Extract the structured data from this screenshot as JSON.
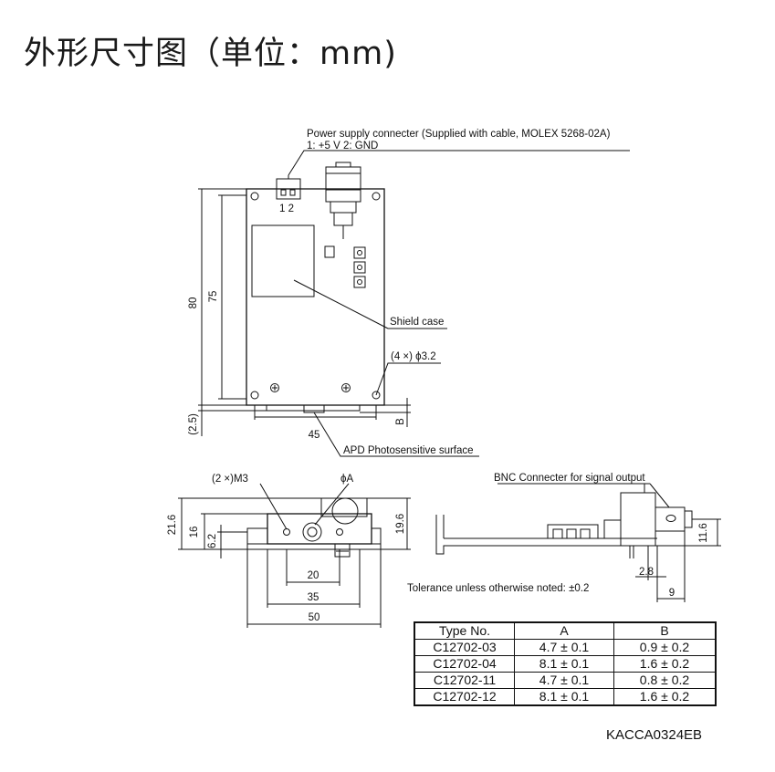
{
  "title": "外形尺寸图（单位：mm)",
  "labels": {
    "power_line1": "Power supply connecter (Supplied with cable, MOLEX 5268-02A)",
    "power_line2": "1: +5 V   2: GND",
    "pins": "1 2",
    "shield": "Shield case",
    "holes": "(4 ×) ϕ3.2",
    "apd": "APD Photosensitive surface",
    "m3": "(2 ×)M3",
    "phiA": "ϕA",
    "bnc": "BNC Connecter for signal output",
    "tolerance": "Tolerance unless otherwise noted: ±0.2",
    "figure_id": "KACCA0324EB"
  },
  "dims": {
    "d80": "80",
    "d75": "75",
    "d2_5": "(2.5)",
    "d45": "45",
    "dB": "B",
    "d21_6": "21.6",
    "d16": "16",
    "d6_2": "6.2",
    "d19_6": "19.6",
    "d20": "20",
    "d35": "35",
    "d50": "50",
    "d11_6": "11.6",
    "d2_8": "2.8",
    "d9": "9"
  },
  "table": {
    "headers": [
      "Type No.",
      "A",
      "B"
    ],
    "rows": [
      [
        "C12702-03",
        "4.7 ± 0.1",
        "0.9 ± 0.2"
      ],
      [
        "C12702-04",
        "8.1 ± 0.1",
        "1.6 ± 0.2"
      ],
      [
        "C12702-11",
        "4.7 ± 0.1",
        "0.8 ± 0.2"
      ],
      [
        "C12702-12",
        "8.1 ± 0.1",
        "1.6 ± 0.2"
      ]
    ]
  }
}
